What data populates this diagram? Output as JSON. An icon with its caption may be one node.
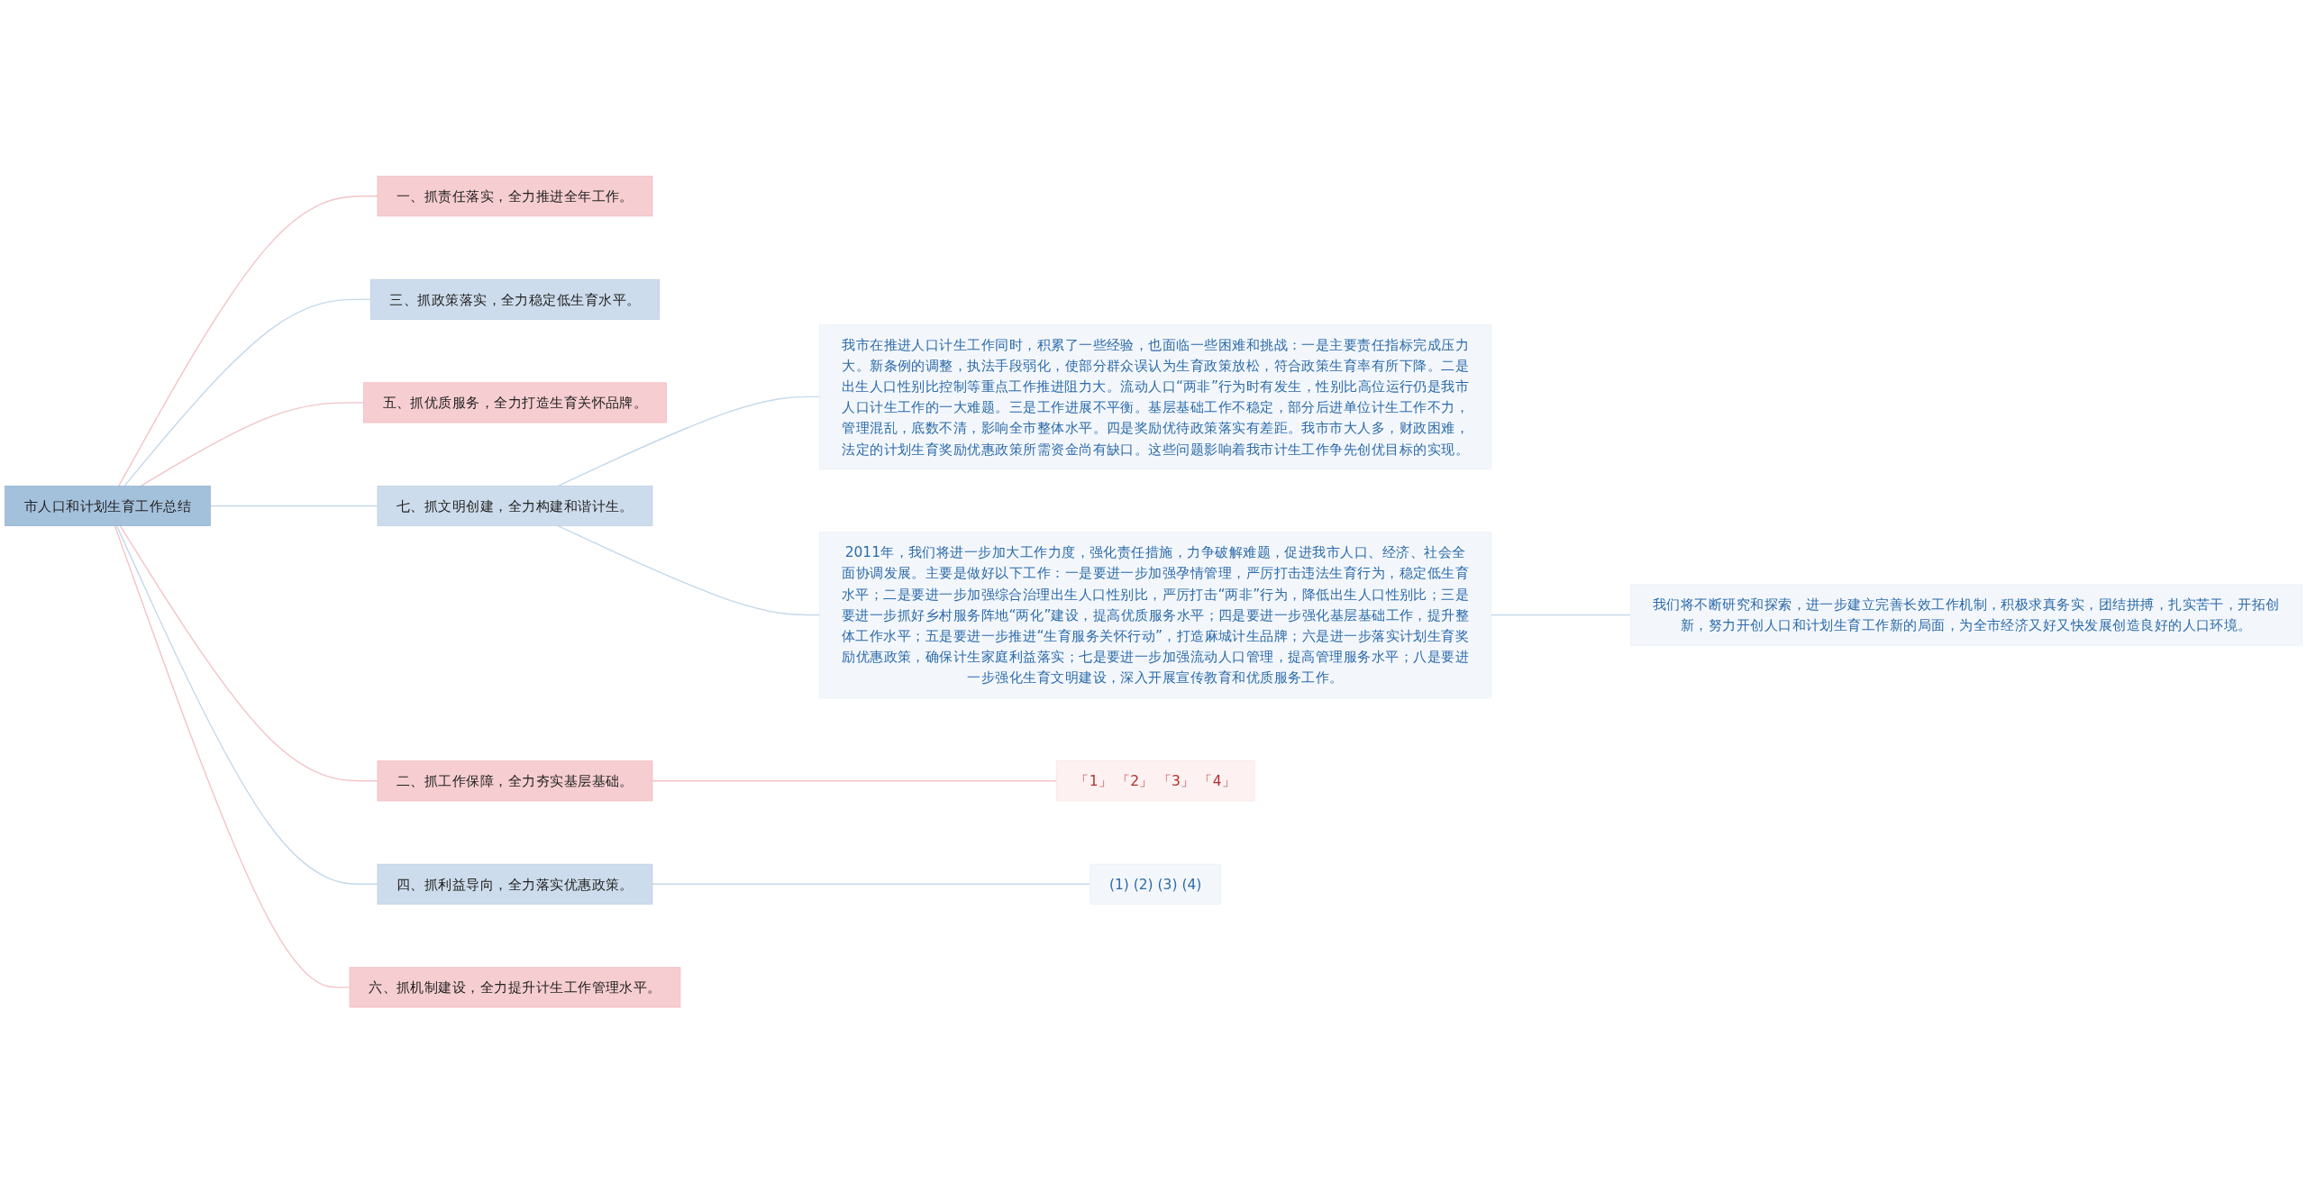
{
  "diagram": {
    "nodes": [
      {
        "text": [
          "市人口和计划生育工作总结"
        ]
      },
      {
        "text": [
          "一、抓责任落实，全力推进全年工作。"
        ]
      },
      {
        "text": [
          "三、抓政策落实，全力稳定低生育水平。"
        ]
      },
      {
        "text": [
          "五、抓优质服务，全力打造生育关怀品牌。"
        ]
      },
      {
        "text": [
          "七、抓文明创建，全力构建和谐计生。"
        ]
      },
      {
        "text": [
          "我市在推进人口计生工作同时，积累了一些经验，也面临一些困难和挑战：一是主要责任指标完成压力大。新条例的调整，执法手段弱化，使部分群众误认为生育政策放松，符合政策生育率有所下降。二是出生人口性别比控制等重点工作推进阻力大。流动人口“两非”行为时有发生，性别比高位运行仍是我市人口计生工作的一大难题。三是工作进展不平衡。基层基础工作不稳定，部分后进单位计生工作不力，管理混乱，底数不清，影响全市整体水平。四是奖励优待政策落实有差距。我市市大人多，财政困难，法定的计划生育奖励优惠政策所需资金尚有缺口。这些问题影响着我市计生工作争先创优目标的实现。"
        ]
      },
      {
        "text": [
          "2011年，我们将进一步加大工作力度，强化责任措施，力争破解难题，促进我市人口、经济、社会全面协调发展。主要是做好以下工作：一是要进一步加强孕情管理，严厉打击违法生育行为，稳定低生育水平；二是要进一步加强综合治理出生人口性别比，严厉打击“两非”行为，降低出生人口性别比；三是要进一步抓好乡村服务阵地“两化”建设，提高优质服务水平；四是要进一步强化基层基础工作，提升整体工作水平；五是要进一步推进“生育服务关怀行动”，打造麻城计生品牌；六是进一步落实计划生育奖励优惠政策，确保计生家庭利益落实；七是要进一步加强流动人口管理，提高管理服务水平；八是要进一步强化生育文明建设，深入开展宣传教育和优质服务工作。"
        ]
      },
      {
        "text": [
          "我们将不断研究和探索，进一步建立完善长效工作机制，积极求真务实，团结拼搏，扎实苦干，开拓创新，努力开创人口和计划生育工作新的局面，为全市经济又好又快发展创造良好的人口环境。"
        ]
      },
      {
        "text": [
          "二、抓工作保障，全力夯实基层基础。"
        ]
      },
      {
        "text": [
          "「1」 「2」 「3」 「4」"
        ]
      },
      {
        "text": [
          "四、抓利益导向，全力落实优惠政策。"
        ]
      },
      {
        "text": [
          "(1) (2) (3) (4)"
        ]
      },
      {
        "text": [
          "六、抓机制建设，全力提升计生工作管理水平。"
        ]
      }
    ],
    "edges": [
      {
        "from": 0,
        "to": 1,
        "arrow": "none",
        "color": "#f2c4c7"
      },
      {
        "from": 0,
        "to": 2,
        "arrow": "none"
      },
      {
        "from": 0,
        "to": 3,
        "arrow": "none",
        "color": "#f2c4c7"
      },
      {
        "from": 0,
        "to": 4,
        "arrow": "none"
      },
      {
        "from": 4,
        "to": 5,
        "arrow": "none"
      },
      {
        "from": 4,
        "to": 6,
        "arrow": "none"
      },
      {
        "from": 6,
        "to": 7,
        "arrow": "none"
      },
      {
        "from": 0,
        "to": 8,
        "arrow": "none",
        "color": "#f2c4c7"
      },
      {
        "from": 8,
        "to": 9,
        "arrow": "none",
        "color": "#f2c4c7"
      },
      {
        "from": 0,
        "to": 10,
        "arrow": "none"
      },
      {
        "from": 10,
        "to": 11,
        "arrow": "none"
      },
      {
        "from": 0,
        "to": 12,
        "arrow": "none",
        "color": "#f2c4c7"
      }
    ]
  }
}
